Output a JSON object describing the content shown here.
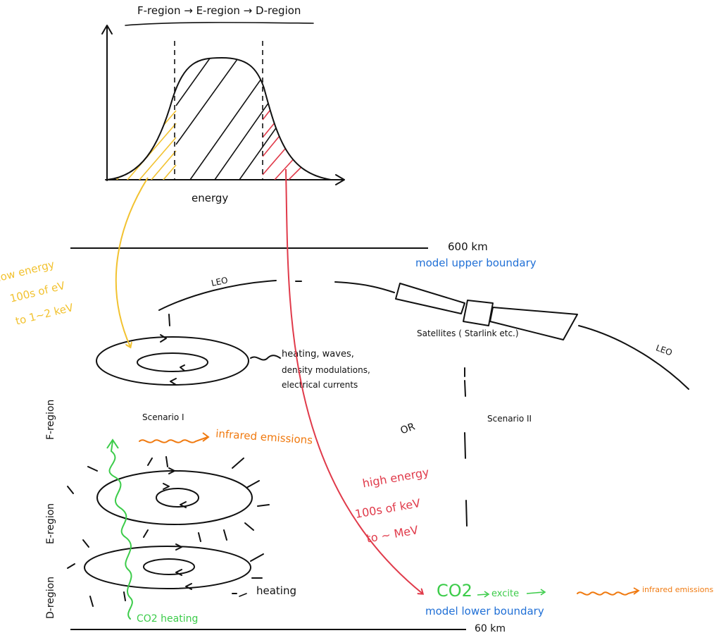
{
  "colors": {
    "ink": "#111111",
    "blue": "#1f6fd6",
    "red": "#e03a4a",
    "yellow": "#f2c230",
    "orange": "#f07a10",
    "green": "#3ccc4a"
  },
  "graph": {
    "title": "F-region → E-region → D-region",
    "x_label": "energy"
  },
  "boundaries": {
    "upper_km": "600 km",
    "upper_label": "model upper boundary",
    "lower_km": "60 km",
    "lower_label": "model lower boundary"
  },
  "orbit": {
    "leo_left": "LEO",
    "leo_right": "LEO",
    "satellites": "Satellites ( Starlink etc.)"
  },
  "low_energy": {
    "line1": "low energy",
    "line2": "100s of eV",
    "line3": "to 1~2 keV"
  },
  "high_energy": {
    "line1": "high energy",
    "line2": "100s of keV",
    "line3": "to ~ MeV"
  },
  "effects": {
    "line1": "heating, waves,",
    "line2": "density modulations,",
    "line3": "electrical currents"
  },
  "scenarios": {
    "one": "Scenario I",
    "two": "Scenario II",
    "or": "OR"
  },
  "regions": {
    "f": "F-region",
    "e": "E-region",
    "d": "D-region"
  },
  "emissions": {
    "left": "infrared emissions",
    "right": "infrared emissions"
  },
  "heating": {
    "co2_heating": "CO2 heating",
    "heating": "heating"
  },
  "co2_chain": {
    "co2": "CO2",
    "excite": "excite"
  }
}
